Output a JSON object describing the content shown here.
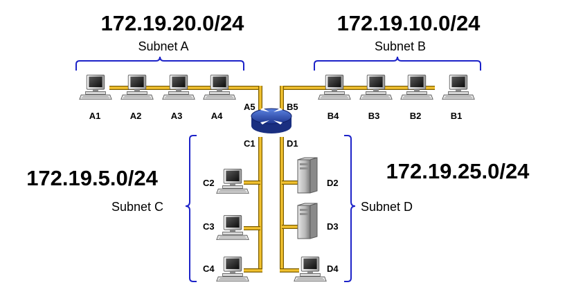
{
  "subnets": {
    "a": {
      "cidr": "172.19.20.0/24",
      "name": "Subnet A"
    },
    "b": {
      "cidr": "172.19.10.0/24",
      "name": "Subnet B"
    },
    "c": {
      "cidr": "172.19.5.0/24",
      "name": "Subnet C"
    },
    "d": {
      "cidr": "172.19.25.0/24",
      "name": "Subnet D"
    }
  },
  "router_ports": {
    "a": "A5",
    "b": "B5",
    "c": "C1",
    "d": "D1"
  },
  "hosts": {
    "a": [
      "A1",
      "A2",
      "A3",
      "A4"
    ],
    "b": [
      "B4",
      "B3",
      "B2",
      "B1"
    ],
    "c": [
      "C2",
      "C3",
      "C4"
    ],
    "d": [
      "D2",
      "D3",
      "D4"
    ]
  },
  "colors": {
    "cable": "#f2c230",
    "cable_edge": "#7a5c00",
    "bracket": "#1c22c8",
    "router": "#2747b8"
  }
}
